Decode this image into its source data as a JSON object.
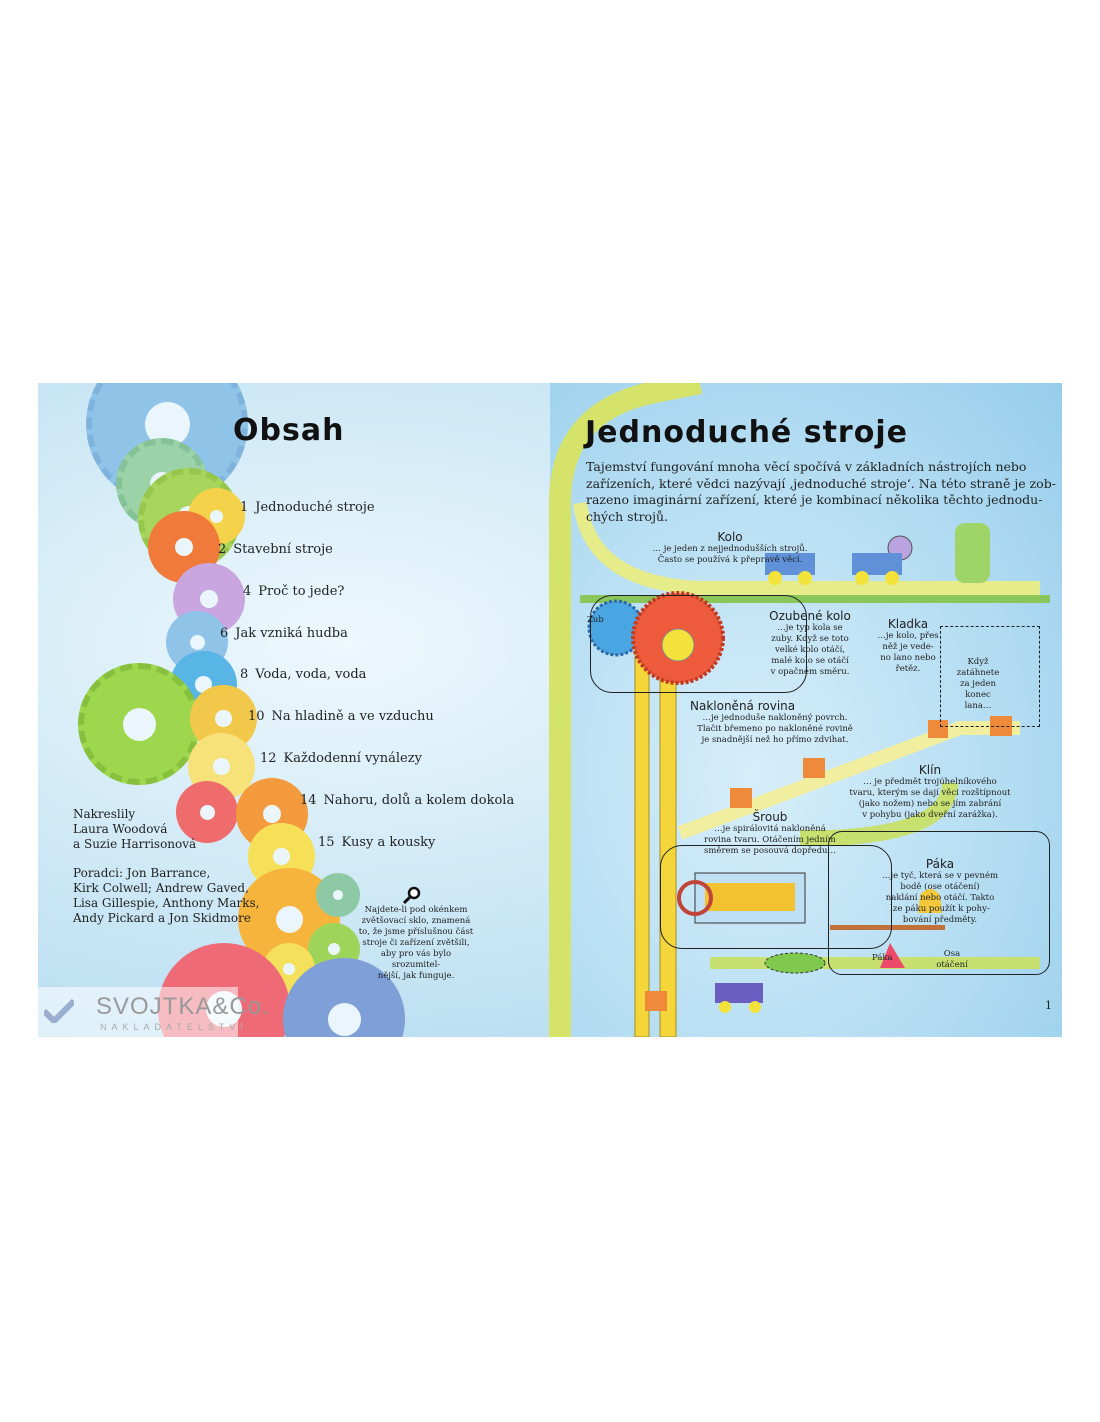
{
  "left_page": {
    "title": "Obsah",
    "toc": [
      {
        "page": "1",
        "label": "Jednoduché stroje"
      },
      {
        "page": "2",
        "label": "Stavební stroje"
      },
      {
        "page": "4",
        "label": "Proč to jede?"
      },
      {
        "page": "6",
        "label": "Jak vzniká hudba"
      },
      {
        "page": "8",
        "label": "Voda, voda, voda"
      },
      {
        "page": "10",
        "label": "Na hladině a ve vzduchu"
      },
      {
        "page": "12",
        "label": "Každodenní vynálezy"
      },
      {
        "page": "14",
        "label": "Nahoru, dolů a kolem dokola"
      },
      {
        "page": "15",
        "label": "Kusy a kousky"
      }
    ],
    "credits": {
      "illustrators": [
        "Nakreslily",
        "Laura Woodová",
        "a Suzie Harrisonová"
      ],
      "advisors": [
        "Poradci: Jon Barrance,",
        "Kirk Colwell; Andrew Gaved,",
        "Lisa Gillespie, Anthony Marks,",
        "Andy Pickard a Jon Skidmore"
      ]
    },
    "magnifier_note": [
      "Najdete-li pod okénkem",
      "zvětšovací sklo, znamená",
      "to, že jsme příslušnou část",
      "stroje či zařízení zvětšili,",
      "aby pro vás bylo srozumitel-",
      "nější, jak funguje."
    ],
    "publisher_logo": {
      "name": "SVOJTKA&Co.",
      "sub": "NAKLADATELSTVÍ"
    }
  },
  "right_page": {
    "title": "Jednoduché stroje",
    "intro": [
      "Tajemství fungování mnoha věcí spočívá v základních nástrojích nebo",
      "zařízeních, které vědci nazývají ‚jednoduché stroje‘. Na této straně je zob-",
      "razeno imaginární zařízení, které je kombinací několika těchto jednodu-",
      "chých strojů."
    ],
    "labels": {
      "kolo": {
        "title": "Kolo",
        "text": [
          "… je jeden z nejjednodušších strojů.",
          "Často se používá k přepravě věcí."
        ]
      },
      "zub": "Zub",
      "ozubene_kolo": {
        "title": "Ozubené kolo",
        "text": [
          "…je typ kola se",
          "zuby. Když se toto",
          "velké kolo otáčí,",
          "malé kolo se otáčí",
          "v opačném směru."
        ]
      },
      "kladka": {
        "title": "Kladka",
        "text": [
          "…je kolo, přes",
          "něž je vede-",
          "no lano nebo",
          "řetěz."
        ]
      },
      "kdyz": [
        "Když",
        "zatáhnete",
        "za jeden",
        "konec",
        "lana…"
      ],
      "naklonena": {
        "title": "Nakloněná rovina",
        "text": [
          "…je jednoduše nakloněný povrch.",
          "Tlačit břemeno po nakloněné rovině",
          "je snadnější než ho přímo zdvihat."
        ]
      },
      "klin": {
        "title": "Klín",
        "text": [
          "… je předmět trojúhelníkového",
          "tvaru, kterým se dají věci rozštípnout",
          "(jako nožem) nebo se jím zabrání",
          "v pohybu (jako dveřní zarážka)."
        ]
      },
      "sroub": {
        "title": "Šroub",
        "text": [
          "…je spirálovitá nakloněná",
          "rovina tvaru. Otáčením jedním",
          "směrem se posouvá dopředu…"
        ]
      },
      "paka": {
        "title": "Páka",
        "text": [
          "…je tyč, která se v pevném",
          "bodě (ose otáčení)",
          "naklání nebo otáčí. Takto",
          "lze páku použít k pohy-",
          "bování předměty."
        ]
      },
      "paka_small": "Páka",
      "osa": [
        "Osa",
        "otáčení"
      ]
    },
    "page_number": "1"
  }
}
